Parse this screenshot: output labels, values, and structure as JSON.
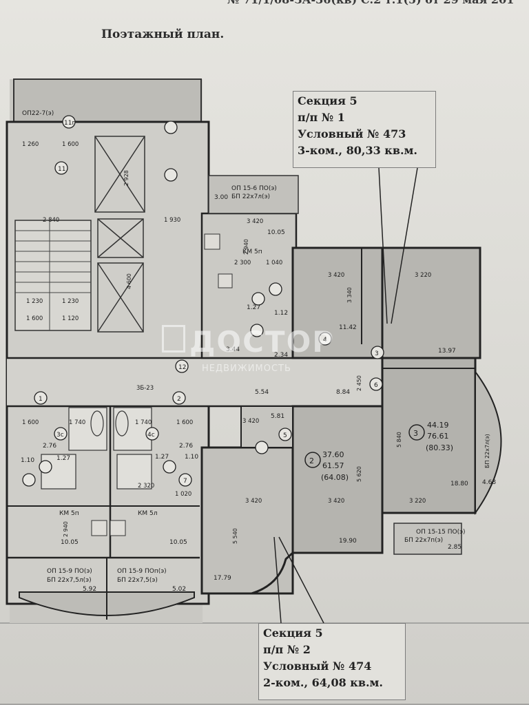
{
  "document": {
    "header_partial": "№ 71/1/08-ЗА-36(кв) С.2 т.1(5) от 29 мая 201",
    "title": "Поэтажный план."
  },
  "callouts": {
    "top": {
      "section": "Секция 5",
      "number": "п/п № 1",
      "conditional_no": "Условный № 473",
      "description": "3-ком., 80,33 кв.м."
    },
    "bottom": {
      "section": "Секция 5",
      "number": "п/п № 2",
      "conditional_no": "Условный № 474",
      "description": "2-ком., 64,08 кв.м."
    }
  },
  "plan": {
    "apartments": [
      {
        "marker": "2",
        "living": "37.60",
        "total": "61.57",
        "with_balcony": "(64.08)"
      },
      {
        "marker": "3",
        "living": "44.19",
        "total": "76.61",
        "with_balcony": "(80.33)"
      }
    ],
    "balconies": [
      "ОП22-7(э)",
      "ОП 15-6 ПО(э)",
      "БП 22х7л(э)",
      "ОП 15-15 ПО(э)",
      "БП 22х7п(э)",
      "БП 22х7л(э)",
      "ОП 15-9 ПО(э)",
      "БП 22х7,5л(э)",
      "ОП 15-9 ПОп(э)",
      "БП 22х7,5(э)"
    ],
    "room_areas": [
      "10.05",
      "11.42",
      "13.97",
      "5.54",
      "8.84",
      "5.81",
      "18.80",
      "19.90",
      "17.79",
      "10.05",
      "10.05",
      "4.68",
      "2.85",
      "5.92",
      "5.02",
      "3.00",
      "1.27",
      "1.12",
      "2.76",
      "2.76",
      "1.10",
      "1.10",
      "1.27",
      "1.27",
      "3.44",
      "2.34"
    ],
    "dimensions": [
      "1 260",
      "1 600",
      "2 840",
      "1 930",
      "3 420",
      "3 420",
      "3 220",
      "3 420",
      "3 420",
      "3 420",
      "3 220",
      "5 840",
      "5 620",
      "5 540",
      "3 340",
      "2 450",
      "2 300",
      "1 040",
      "1 600",
      "1 740",
      "1 740",
      "1 600",
      "2 320",
      "1 020",
      "1 230",
      "1 230",
      "1 600",
      "1 120",
      "2 940",
      "2 940",
      "4 600",
      "2 928",
      "3Б-23"
    ],
    "room_markers": [
      "1",
      "2",
      "3",
      "4",
      "5",
      "6",
      "7",
      "11",
      "11г",
      "12",
      "3с",
      "4с"
    ],
    "kitchen_labels": [
      "КМ 5п",
      "КМ 5п",
      "КМ 5л"
    ]
  },
  "watermark": {
    "logo": "ДОСТОР",
    "subtitle": "НЕДВИЖИМОСТЬ"
  }
}
